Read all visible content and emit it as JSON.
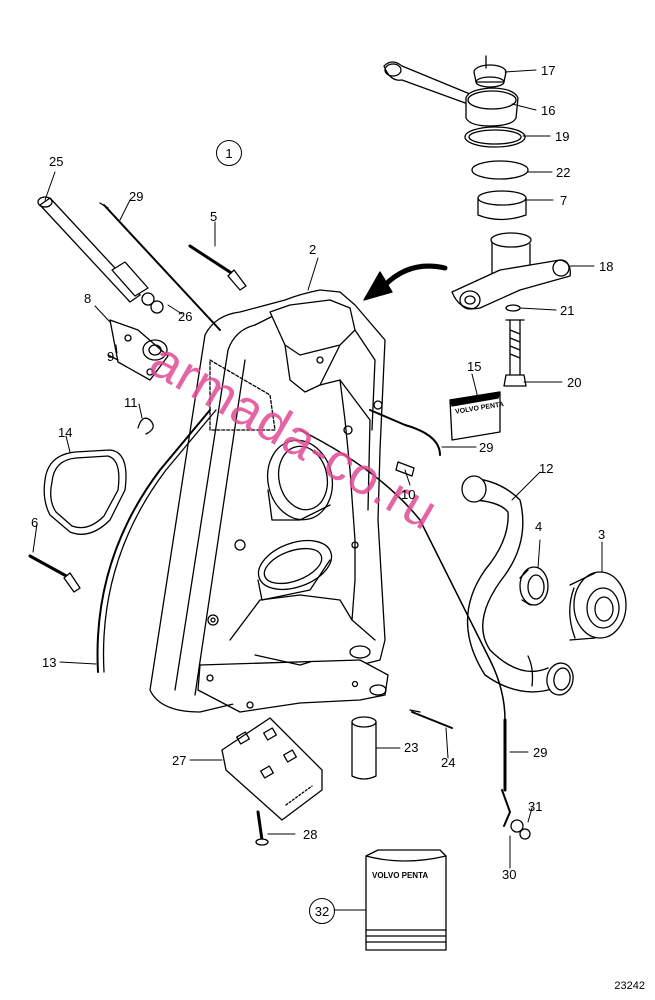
{
  "figure": {
    "group_marker": "1",
    "drawing_number": "23242",
    "watermark": "armada-co.ru",
    "brand_text": "VOLVO PENTA"
  },
  "callouts": [
    {
      "id": "c17",
      "text": "17"
    },
    {
      "id": "c16",
      "text": "16"
    },
    {
      "id": "c19",
      "text": "19"
    },
    {
      "id": "c22",
      "text": "22"
    },
    {
      "id": "c7",
      "text": "7"
    },
    {
      "id": "c18",
      "text": "18"
    },
    {
      "id": "c21",
      "text": "21"
    },
    {
      "id": "c20",
      "text": "20"
    },
    {
      "id": "c15",
      "text": "15"
    },
    {
      "id": "c29a",
      "text": "29"
    },
    {
      "id": "c12",
      "text": "12"
    },
    {
      "id": "c10",
      "text": "10"
    },
    {
      "id": "c4",
      "text": "4"
    },
    {
      "id": "c3",
      "text": "3"
    },
    {
      "id": "c25",
      "text": "25"
    },
    {
      "id": "c29b",
      "text": "29"
    },
    {
      "id": "c5",
      "text": "5"
    },
    {
      "id": "c2",
      "text": "2"
    },
    {
      "id": "c8",
      "text": "8"
    },
    {
      "id": "c26",
      "text": "26"
    },
    {
      "id": "c9",
      "text": "9"
    },
    {
      "id": "c11",
      "text": "11"
    },
    {
      "id": "c14",
      "text": "14"
    },
    {
      "id": "c6",
      "text": "6"
    },
    {
      "id": "c13",
      "text": "13"
    },
    {
      "id": "c27",
      "text": "27"
    },
    {
      "id": "c23",
      "text": "23"
    },
    {
      "id": "c24",
      "text": "24"
    },
    {
      "id": "c29c",
      "text": "29"
    },
    {
      "id": "c28",
      "text": "28"
    },
    {
      "id": "c31",
      "text": "31"
    },
    {
      "id": "c30",
      "text": "30"
    },
    {
      "id": "c32",
      "text": "32"
    }
  ]
}
